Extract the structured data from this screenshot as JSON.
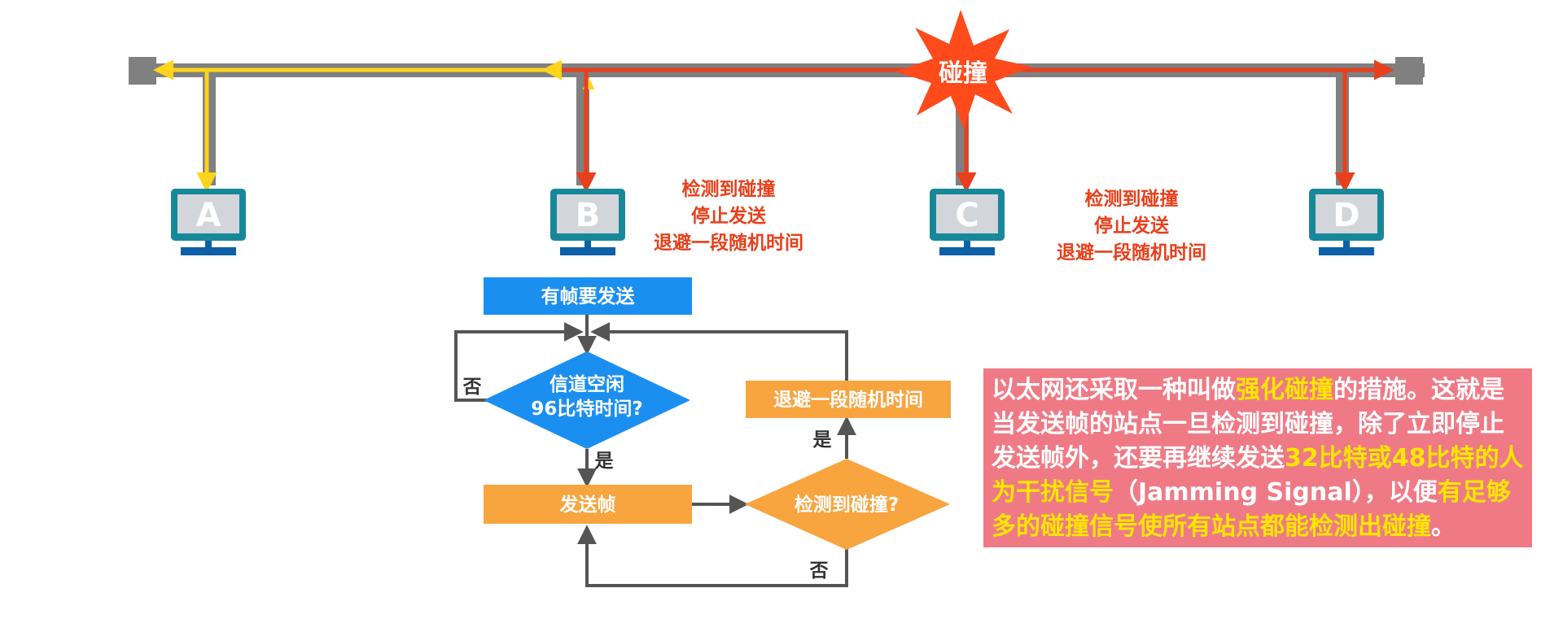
{
  "colors": {
    "bus": "#808080",
    "signal_yellow": "#ffd41a",
    "signal_red": "#e8401c",
    "collision_burst": "#ff4a1c",
    "monitor_frame": "#17889a",
    "monitor_screen": "#d2d5da",
    "monitor_stand": "#0d5fa6",
    "flow_blue": "#1b8ff0",
    "flow_orange": "#f8a43f",
    "flow_line": "#555555",
    "info_bg": "#ef7a86",
    "highlight": "#ffe600"
  },
  "network": {
    "collision_label": "碰撞",
    "stations": [
      "A",
      "B",
      "C",
      "D"
    ],
    "note_b": [
      "检测到碰撞",
      "停止发送",
      "退避一段随机时间"
    ],
    "note_c": [
      "检测到碰撞",
      "停止发送",
      "退避一段随机时间"
    ]
  },
  "flowchart": {
    "start": "有帧要发送",
    "channel_check": [
      "信道空闲",
      "96比特时间?"
    ],
    "send_frame": "发送帧",
    "collision_check": "检测到碰撞?",
    "backoff": "退避一段随机时间",
    "yes_channel": "是",
    "no_channel": "否",
    "yes_collision": "是",
    "no_collision": "否"
  },
  "info": {
    "segments": [
      {
        "text": "以太网还采取一种叫做",
        "highlight": false
      },
      {
        "text": "强化碰撞",
        "highlight": true
      },
      {
        "text": "的措施。这就是当发送帧的站点一旦检测到碰撞，除了立即停止发送帧外，还要再继续发送",
        "highlight": false
      },
      {
        "text": "32比特或48比特的人为干扰信号",
        "highlight": true
      },
      {
        "text": "（Jamming Signal），以便",
        "highlight": false
      },
      {
        "text": "有足够多的碰撞信号使所有站点都能检测出碰撞",
        "highlight": true
      },
      {
        "text": "。",
        "highlight": false
      }
    ]
  }
}
